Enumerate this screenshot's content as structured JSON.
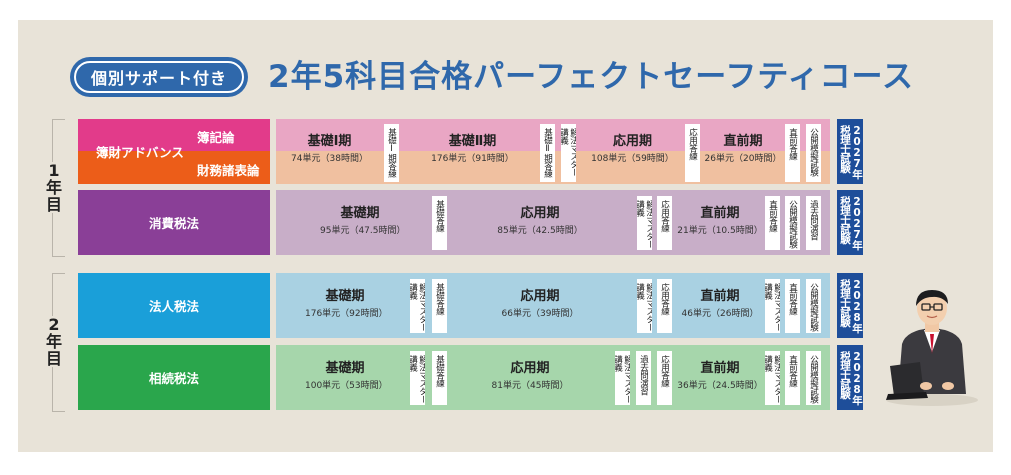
{
  "badge": "個別サポート付き",
  "title": "2年5科目合格パーフェクトセーフティコース",
  "years": [
    "1年目",
    "2年目"
  ],
  "colors": {
    "boki": "#e23b8a",
    "zaimu": "#ec5d19",
    "shohi": "#8a3f97",
    "hojin": "#1a9fd9",
    "sozoku": "#2aa64c",
    "exam": "#1e4e9a"
  },
  "subjects": {
    "advance": "簿財アドバンス",
    "boki": "簿記論",
    "zaimu": "財務諸表論",
    "shohi": "消費税法",
    "hojin": "法人税法",
    "sozoku": "相続税法"
  },
  "rows": {
    "boki": {
      "phases": [
        {
          "title": "基礎Ⅰ期",
          "detail": "74単元（38時間）"
        },
        {
          "title": "基礎Ⅱ期",
          "detail": "176単元（91時間）"
        },
        {
          "title": "応用期",
          "detail": "108単元（59時間）"
        },
        {
          "title": "直前期",
          "detail": "26単元（20時間）"
        }
      ],
      "boxes": [
        "基礎Ⅰ期答練",
        "基礎Ⅱ期答練",
        "解法マスター講義",
        "応用答練",
        "直前答練",
        "公開模擬試験"
      ],
      "exam": "2027年税理士試験"
    },
    "shohi": {
      "phases": [
        {
          "title": "基礎期",
          "detail": "95単元（47.5時間）"
        },
        {
          "title": "応用期",
          "detail": "85単元（42.5時間）"
        },
        {
          "title": "直前期",
          "detail": "21単元（10.5時間）"
        }
      ],
      "boxes": [
        "基礎答練",
        "解法マスター講義",
        "応用答練",
        "直前答練",
        "公開模擬試験",
        "過去問演習"
      ],
      "exam": "2027年税理士試験"
    },
    "hojin": {
      "phases": [
        {
          "title": "基礎期",
          "detail": "176単元（92時間）"
        },
        {
          "title": "応用期",
          "detail": "66単元（39時間）"
        },
        {
          "title": "直前期",
          "detail": "46単元（26時間）"
        }
      ],
      "boxes": [
        "解法マスター講義",
        "基礎答練",
        "解法マスター講義",
        "応用答練",
        "解法マスター講義",
        "直前答練",
        "公開模擬試験"
      ],
      "exam": "2028年税理士試験"
    },
    "sozoku": {
      "phases": [
        {
          "title": "基礎期",
          "detail": "100単元（53時間）"
        },
        {
          "title": "応用期",
          "detail": "81単元（45時間）"
        },
        {
          "title": "直前期",
          "detail": "36単元（24.5時間）"
        }
      ],
      "boxes": [
        "解法マスター講義",
        "基礎答練",
        "解法マスター講義",
        "過去問演習",
        "応用答練",
        "解法マスター講義",
        "直前答練",
        "公開模擬試験"
      ],
      "exam": "2028年税理士試験"
    }
  }
}
